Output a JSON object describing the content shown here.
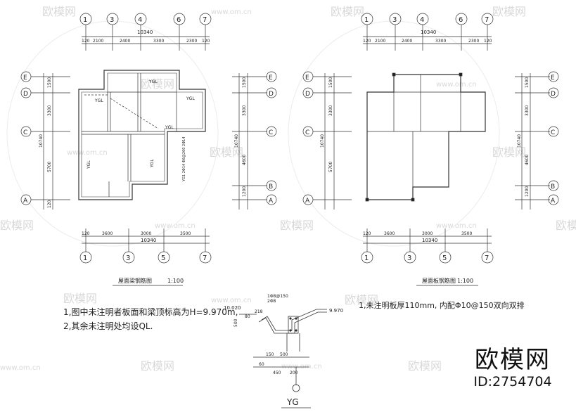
{
  "watermark": {
    "brand": "欧模网",
    "url": "www.om.cn"
  },
  "corner_brand": {
    "name": "欧模网",
    "id": "ID:2754704"
  },
  "axis_marks": {
    "one": "1",
    "three": "3",
    "four": "4",
    "five": "5",
    "six": "6",
    "seven": "7",
    "A": "A",
    "B": "B",
    "C": "C",
    "D": "D",
    "E": "E"
  },
  "dims": {
    "total_x": "10340",
    "total_y": "10740",
    "top": {
      "d120": "120",
      "d2100": "2100",
      "d2400": "2400",
      "d3300": "3300",
      "d2300": "2300"
    },
    "bottom": {
      "d3600": "3600",
      "d3000": "3000",
      "d3500": "3500"
    },
    "side": {
      "d1500": "1500",
      "d120": "120",
      "d3300": "3300",
      "d5700": "5700",
      "d4600": "4600",
      "d1200": "1200"
    }
  },
  "plan_labels": {
    "ygl": "YGL",
    "yg_note": "YG1 2Φ14 Φ6@200 2Φ14"
  },
  "titles": {
    "beam_plan": "屋面梁钢筋图",
    "slab_plan": "屋面板钢筋图",
    "scale": "1:100"
  },
  "notes": {
    "left_1": "1,图中未注明者板面和梁顶标高为H=9.970m,",
    "left_2": "2,其余未注明处均设QL.",
    "right_1": "1,未注明板厚110mm, 内配Φ10@150双向双排"
  },
  "section": {
    "top_rebar": "1Φ8@150",
    "bar": "2Φ8",
    "elev_left": "10.020",
    "elev_right": "9.970",
    "d218": "218",
    "d500": "500",
    "d80": "80",
    "d150": "150",
    "d450": "450",
    "d60": "60",
    "d200": "200",
    "label": "YG"
  }
}
